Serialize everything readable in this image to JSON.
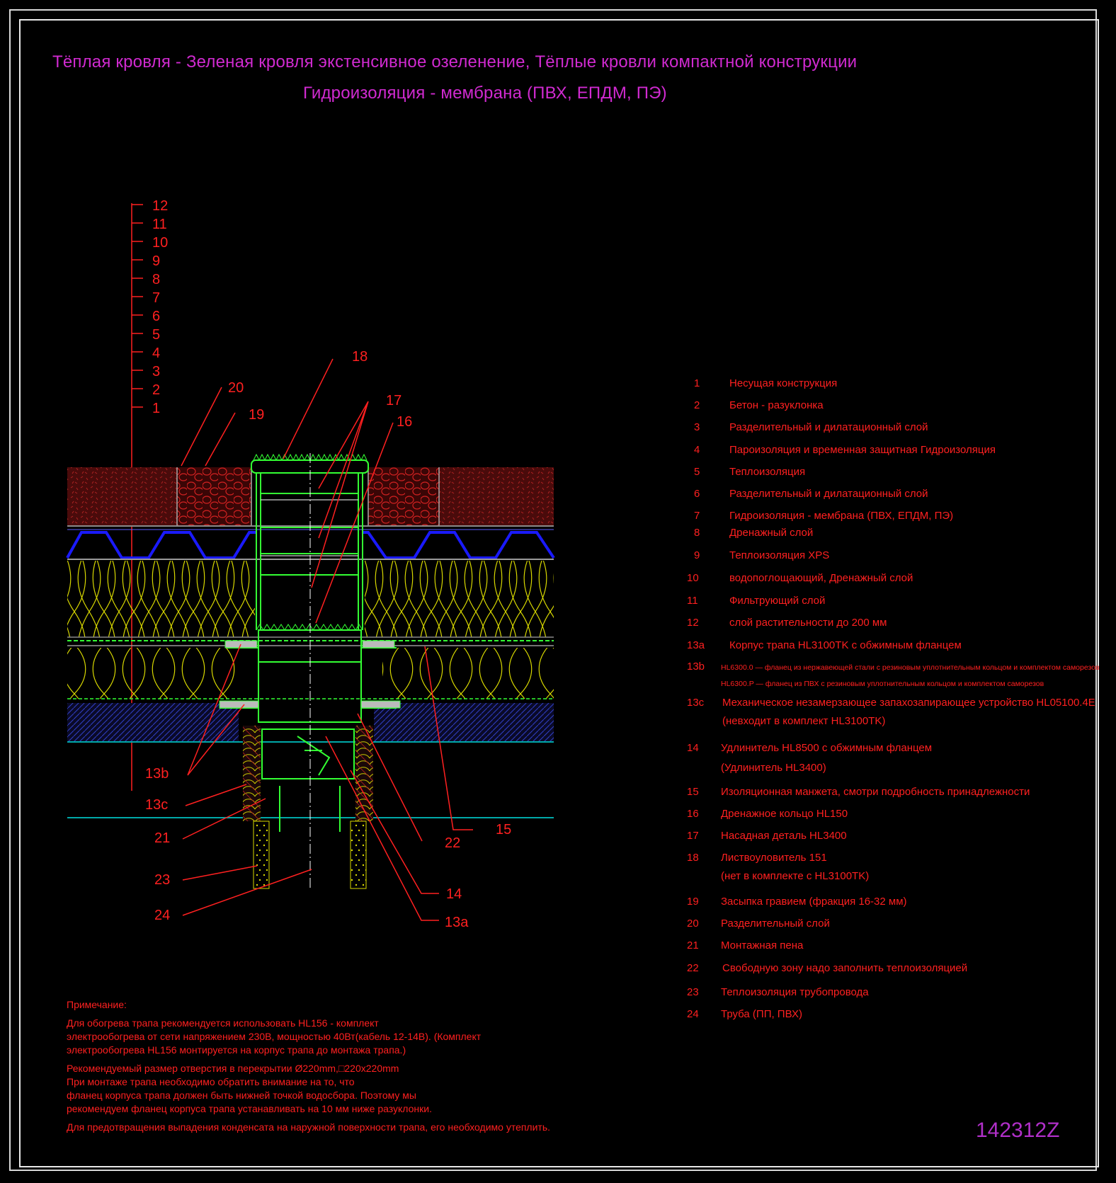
{
  "title": {
    "line1": "Тёплая кровля - Зеленая кровля экстенсивное озеленение, Тёплые кровли компактной конструкции",
    "line2": "Гидроизоляция - мембрана (ПВХ, ЕПДМ, ПЭ)"
  },
  "drawing_code": "142312Z",
  "layer_labels": [
    "12",
    "11",
    "10",
    "9",
    "8",
    "7",
    "6",
    "5",
    "4",
    "3",
    "2",
    "1"
  ],
  "callouts": {
    "c18": "18",
    "c17": "17",
    "c16": "16",
    "c20": "20",
    "c19": "19",
    "c13b": "13b",
    "c13c": "13c",
    "c21": "21",
    "c23": "23",
    "c24": "24",
    "c22": "22",
    "c15": "15",
    "c14": "14",
    "c13a": "13a"
  },
  "legend": [
    {
      "num": "1",
      "text": "Несущая конструкция"
    },
    {
      "num": "2",
      "text": "Бетон - разуклонка"
    },
    {
      "num": "3",
      "text": "Разделительный и дилатационный слой"
    },
    {
      "num": "4",
      "text": "Пароизоляция и временная защитная Гидроизоляция"
    },
    {
      "num": "5",
      "text": "Теплоизоляция"
    },
    {
      "num": "6",
      "text": "Разделительный и дилатационный слой"
    },
    {
      "num": "7",
      "text": "Гидроизоляция - мембрана (ПВХ, ЕПДМ, ПЭ)"
    },
    {
      "num": "8",
      "text": "Дренажный слой"
    },
    {
      "num": "9",
      "text": "Теплоизоляция XPS"
    },
    {
      "num": "10",
      "text": "водопоглощающий, Дренажный слой"
    },
    {
      "num": "11",
      "text": "Фильтрующий слой"
    },
    {
      "num": "12",
      "text": "слой растительности до 200 мм"
    },
    {
      "num": "13a",
      "text": "Корпус трапа HL3100TK с обжимным фланцем"
    },
    {
      "num": "13b",
      "text": "HL6300.0 — фланец из нержавеющей стали с резиновым уплотнительным кольцом и комплектом саморезов",
      "text2": "HL6300.P — фланец из ПВХ с резиновым уплотнительным кольцом и комплектом саморезов"
    },
    {
      "num": "13c",
      "text": "Механическое незамерзающее запахозапирающее устройство HL05100.4E",
      "text2": "(невходит в комплект HL3100TK)"
    },
    {
      "num": "14",
      "text": "Удлинитель HL8500 с обжимным фланцем",
      "text2": "(Удлинитель HL3400)"
    },
    {
      "num": "15",
      "text": "Изоляционная  манжета, смотри подробность принадлежности"
    },
    {
      "num": "16",
      "text": "Дренажное кольцо HL150"
    },
    {
      "num": "17",
      "text": "Насадная деталь HL3400"
    },
    {
      "num": "18",
      "text": "Листвоуловитель 151",
      "text2": "(нет в комплекте с HL3100TK)"
    },
    {
      "num": "19",
      "text": "Засыпка гравием (фракция 16-32 мм)"
    },
    {
      "num": "20",
      "text": "Разделительный слой"
    },
    {
      "num": "21",
      "text": "Монтажная пена"
    },
    {
      "num": "22",
      "text": "Свободную зону надо заполнить теплоизоляцией"
    },
    {
      "num": "23",
      "text": "Теплоизоляция трубопровода"
    },
    {
      "num": "24",
      "text": "Труба (ПП, ПВХ)"
    }
  ],
  "notes": {
    "heading": "Примечание:",
    "p1_l1": "Для обогрева трапа рекомендуется использовать HL156 - комплект",
    "p1_l2": "электрообогрева от сети напряжением 230В, мощностью 40Вт(кабель 12-14В). (Комплект",
    "p1_l3": "электрообогрева HL156 монтируется на корпус трапа до монтажа трапа.)",
    "p2_l1": "Рекомендуемый размер отверстия в перекрытии Ø220mm,□220x220mm",
    "p2_l2": "При монтаже трапа необходимо обратить внимание на то, что",
    "p2_l3": "фланец корпуса трапа должен быть нижней точкой водосбора. Поэтому мы",
    "p2_l4": "рекомендуем фланец корпуса трапа устанавливать на 10 мм ниже разуклонки.",
    "p3": "Для предотвращения выпадения конденсата на наружной поверхности трапа, его необходимо утеплить."
  },
  "colors": {
    "frame": "#d8d8d8",
    "title": "#d02ad0",
    "label": "#ff2020",
    "drain": "#33ff33",
    "insulation": "#e5e500",
    "membrane": "#1a1aff",
    "concrete": "#3340c8",
    "slab_line": "#00a8a8",
    "vegetation": "#8a1a1a"
  }
}
